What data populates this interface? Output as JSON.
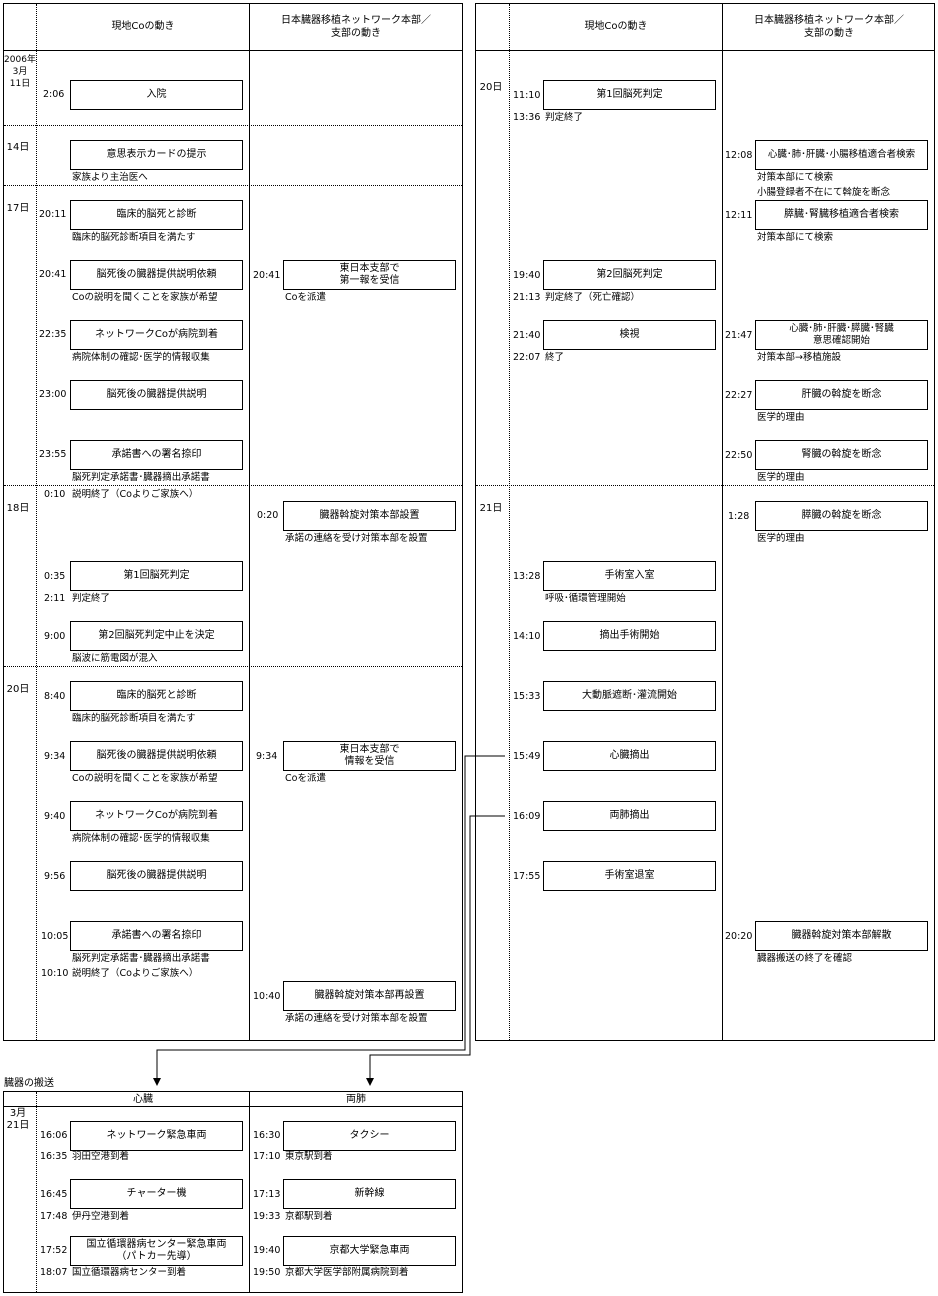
{
  "headers": {
    "local_co": "現地Coの動き",
    "hq_line1": "日本臓器移植ネットワーク本部／",
    "hq_line2": "支部の動き"
  },
  "left": {
    "days": {
      "d11_year": "2006年",
      "d11_month": "3月",
      "d11_day": "11日",
      "d14": "14日",
      "d17": "17日",
      "d18": "18日",
      "d20": "20日"
    },
    "events": [
      {
        "time": "2:06",
        "box": "入院",
        "note": ""
      },
      {
        "time": "",
        "box": "意思表示カードの提示",
        "note": "家族より主治医へ"
      },
      {
        "time": "20:11",
        "box": "臨床的脳死と診断",
        "note": "臨床的脳死診断項目を満たす"
      },
      {
        "time": "20:41",
        "box": "脳死後の臓器提供説明依頼",
        "note": "Coの説明を聞くことを家族が希望"
      },
      {
        "time": "22:35",
        "box": "ネットワークCoが病院到着",
        "note": "病院体制の確認･医学的情報収集"
      },
      {
        "time": "23:00",
        "box": "脳死後の臓器提供説明",
        "note": ""
      },
      {
        "time": "23:55",
        "box": "承諾書への署名捺印",
        "note": "脳死判定承諾書･臓器摘出承諾書"
      },
      {
        "time": "0:10",
        "box": "",
        "note": "説明終了（Coよりご家族へ）"
      },
      {
        "time": "0:35",
        "box": "第1回脳死判定",
        "note": ""
      },
      {
        "time": "2:11",
        "box": "",
        "note": "判定終了"
      },
      {
        "time": "9:00",
        "box": "第2回脳死判定中止を決定",
        "note": "脳波に筋電図が混入"
      },
      {
        "time": "8:40",
        "box": "臨床的脳死と診断",
        "note": "臨床的脳死診断項目を満たす"
      },
      {
        "time": "9:34",
        "box": "脳死後の臓器提供説明依頼",
        "note": "Coの説明を聞くことを家族が希望"
      },
      {
        "time": "9:40",
        "box": "ネットワークCoが病院到着",
        "note": "病院体制の確認･医学的情報収集"
      },
      {
        "time": "9:56",
        "box": "脳死後の臓器提供説明",
        "note": ""
      },
      {
        "time": "10:05",
        "box": "承諾書への署名捺印",
        "note": "脳死判定承諾書･臓器摘出承諾書"
      },
      {
        "time": "10:10",
        "box": "",
        "note": "説明終了（Coよりご家族へ）"
      }
    ],
    "hq_events": [
      {
        "time": "20:41",
        "box_line1": "東日本支部で",
        "box_line2": "第一報を受信",
        "note": "Coを派遣"
      },
      {
        "time": "0:20",
        "box_line1": "臓器斡旋対策本部設置",
        "box_line2": "",
        "note": "承諾の連絡を受け対策本部を設置"
      },
      {
        "time": "9:34",
        "box_line1": "東日本支部で",
        "box_line2": "情報を受信",
        "note": "Coを派遣"
      },
      {
        "time": "10:40",
        "box_line1": "臓器斡旋対策本部再設置",
        "box_line2": "",
        "note": "承諾の連絡を受け対策本部を設置"
      }
    ]
  },
  "right": {
    "days": {
      "d20": "20日",
      "d21": "21日"
    },
    "events": [
      {
        "time": "11:10",
        "box": "第1回脳死判定",
        "note": ""
      },
      {
        "time": "13:36",
        "box": "",
        "note": "判定終了"
      },
      {
        "time": "19:40",
        "box": "第2回脳死判定",
        "note": ""
      },
      {
        "time": "21:13",
        "box": "",
        "note": "判定終了（死亡確認）"
      },
      {
        "time": "21:40",
        "box": "検視",
        "note": ""
      },
      {
        "time": "22:07",
        "box": "",
        "note": "終了"
      },
      {
        "time": "13:28",
        "box": "手術室入室",
        "note": "呼吸･循環管理開始"
      },
      {
        "time": "14:10",
        "box": "摘出手術開始",
        "note": ""
      },
      {
        "time": "15:33",
        "box": "大動脈遮断･灌流開始",
        "note": ""
      },
      {
        "time": "15:49",
        "box": "心臓摘出",
        "note": ""
      },
      {
        "time": "16:09",
        "box": "両肺摘出",
        "note": ""
      },
      {
        "time": "17:55",
        "box": "手術室退室",
        "note": ""
      }
    ],
    "hq_events": [
      {
        "time": "12:08",
        "box_line1": "心臓･肺･肝臓･小腸移植適合者検索",
        "box_line2": "",
        "note": "対策本部にて検索",
        "note2": "小腸登録者不在にて斡旋を断念"
      },
      {
        "time": "12:11",
        "box_line1": "膵臓･腎臓移植適合者検索",
        "box_line2": "",
        "note": "対策本部にて検索",
        "note2": ""
      },
      {
        "time": "21:47",
        "box_line1": "心臓･肺･肝臓･膵臓･腎臓",
        "box_line2": "意思確認開始",
        "note": "対策本部→移植施設",
        "note2": ""
      },
      {
        "time": "22:27",
        "box_line1": "肝臓の斡旋を断念",
        "box_line2": "",
        "note": "医学的理由",
        "note2": ""
      },
      {
        "time": "22:50",
        "box_line1": "腎臓の斡旋を断念",
        "box_line2": "",
        "note": "医学的理由",
        "note2": ""
      },
      {
        "time": "1:28",
        "box_line1": "膵臓の斡旋を断念",
        "box_line2": "",
        "note": "医学的理由",
        "note2": ""
      },
      {
        "time": "20:20",
        "box_line1": "臓器斡旋対策本部解散",
        "box_line2": "",
        "note": "臓器搬送の終了を確認",
        "note2": ""
      }
    ]
  },
  "transport": {
    "title": "臓器の搬送",
    "heart_header": "心臓",
    "lungs_header": "両肺",
    "month": "3月",
    "day": "21日",
    "heart": [
      {
        "time": "16:06",
        "box": "ネットワーク緊急車両",
        "box2": "",
        "arr_time": "16:35",
        "arr": "羽田空港到着"
      },
      {
        "time": "16:45",
        "box": "チャーター機",
        "box2": "",
        "arr_time": "17:48",
        "arr": "伊丹空港到着"
      },
      {
        "time": "17:52",
        "box": "国立循環器病センター緊急車両",
        "box2": "（パトカー先導）",
        "arr_time": "18:07",
        "arr": "国立循環器病センター到着"
      }
    ],
    "lungs": [
      {
        "time": "16:30",
        "box": "タクシー",
        "box2": "",
        "arr_time": "17:10",
        "arr": "東京駅到着"
      },
      {
        "time": "17:13",
        "box": "新幹線",
        "box2": "",
        "arr_time": "19:33",
        "arr": "京都駅到着"
      },
      {
        "time": "19:40",
        "box": "京都大学緊急車両",
        "box2": "",
        "arr_time": "19:50",
        "arr": "京都大学医学部附属病院到着"
      }
    ]
  }
}
